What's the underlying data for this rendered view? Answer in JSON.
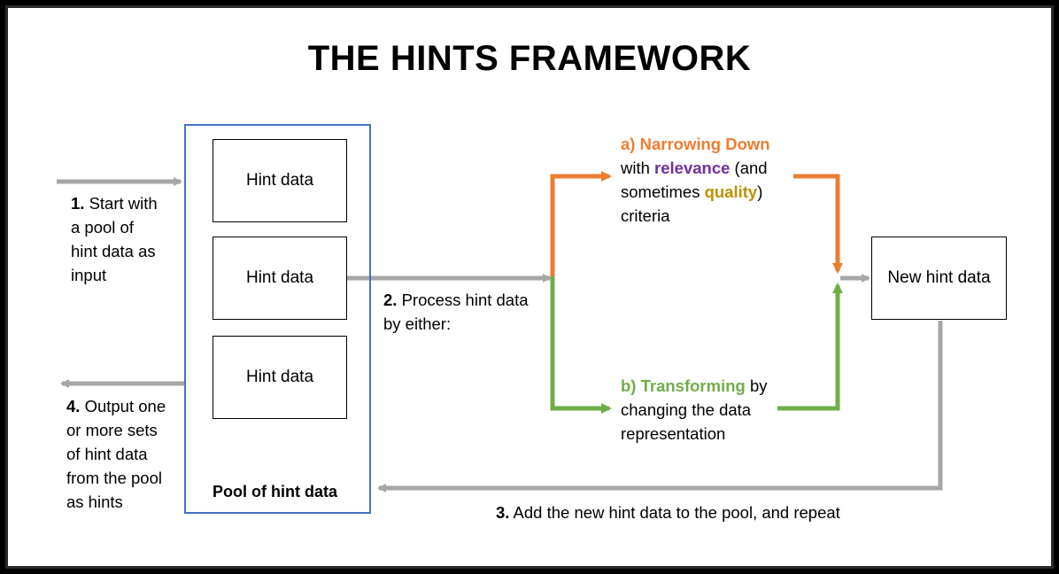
{
  "title": "THE HINTS FRAMEWORK",
  "pool": {
    "label": "Pool of hint data",
    "items": [
      "Hint data",
      "Hint data",
      "Hint data"
    ]
  },
  "new_box": "New hint data",
  "steps": {
    "s1": {
      "num": "1.",
      "line1": " Start with",
      "line2": "a pool of",
      "line3": "hint data as",
      "line4": "input"
    },
    "s2": {
      "num": "2.",
      "line1": " Process hint data",
      "line2": "by either:"
    },
    "s3": {
      "num": "3.",
      "text": " Add the new hint data to the pool, and repeat"
    },
    "s4": {
      "num": "4.",
      "line1": " Output one",
      "line2": "or more sets",
      "line3": "of hint data",
      "line4": "from the pool",
      "line5": "as hints"
    }
  },
  "branch_a": {
    "heading": "a) Narrowing Down",
    "w1": "with ",
    "relevance": "relevance",
    "w2": " (and",
    "w3": "sometimes ",
    "quality": "quality",
    "w4": ")",
    "w5": "criteria"
  },
  "branch_b": {
    "heading": "b) Transforming",
    "w1": " by",
    "w2": "changing the data",
    "w3": "representation"
  },
  "colors": {
    "gray_arrow": "#a6a6a6",
    "orange": "#ed7d31",
    "green": "#70ad47",
    "purple": "#7030a0",
    "gold": "#bf9000",
    "pool_border": "#4472c4"
  }
}
